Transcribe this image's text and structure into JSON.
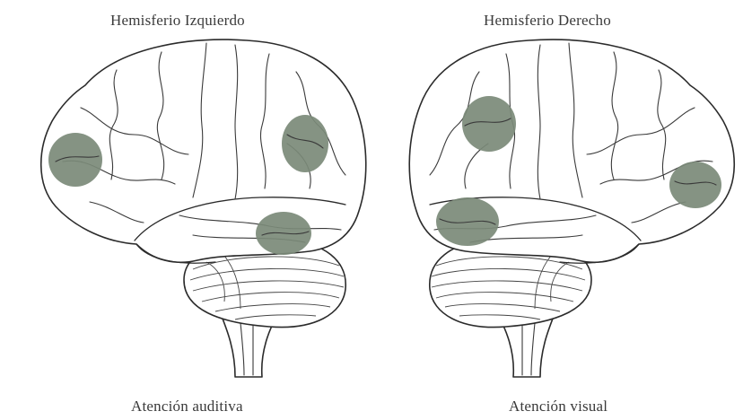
{
  "titles": {
    "left_hemisphere": "Hemisferio Izquierdo",
    "right_hemisphere": "Hemisferio Derecho"
  },
  "captions": {
    "left": "Atención auditiva",
    "right": "Atención visual"
  },
  "colors": {
    "region_fill": "#7b8a78",
    "outline": "#2b2b2b",
    "background": "#ffffff"
  }
}
